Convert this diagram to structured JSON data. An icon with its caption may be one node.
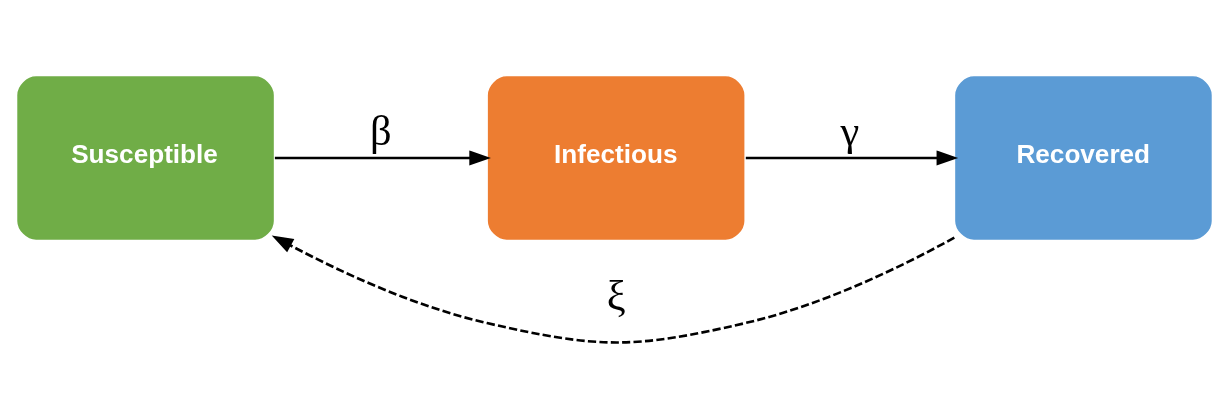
{
  "diagram": {
    "nodes": [
      {
        "text": [
          "Susceptible"
        ]
      },
      {
        "text": [
          "Infectious"
        ]
      },
      {
        "text": [
          "Recovered"
        ]
      }
    ],
    "edges": [
      {
        "from": 0,
        "to": 1,
        "arrow": "to",
        "label": "β"
      },
      {
        "from": 1,
        "to": 2,
        "arrow": "to",
        "label": "γ"
      },
      {
        "from": 2,
        "to": 0,
        "arrow": "to",
        "label": "ξ",
        "style": "dashed"
      }
    ]
  }
}
